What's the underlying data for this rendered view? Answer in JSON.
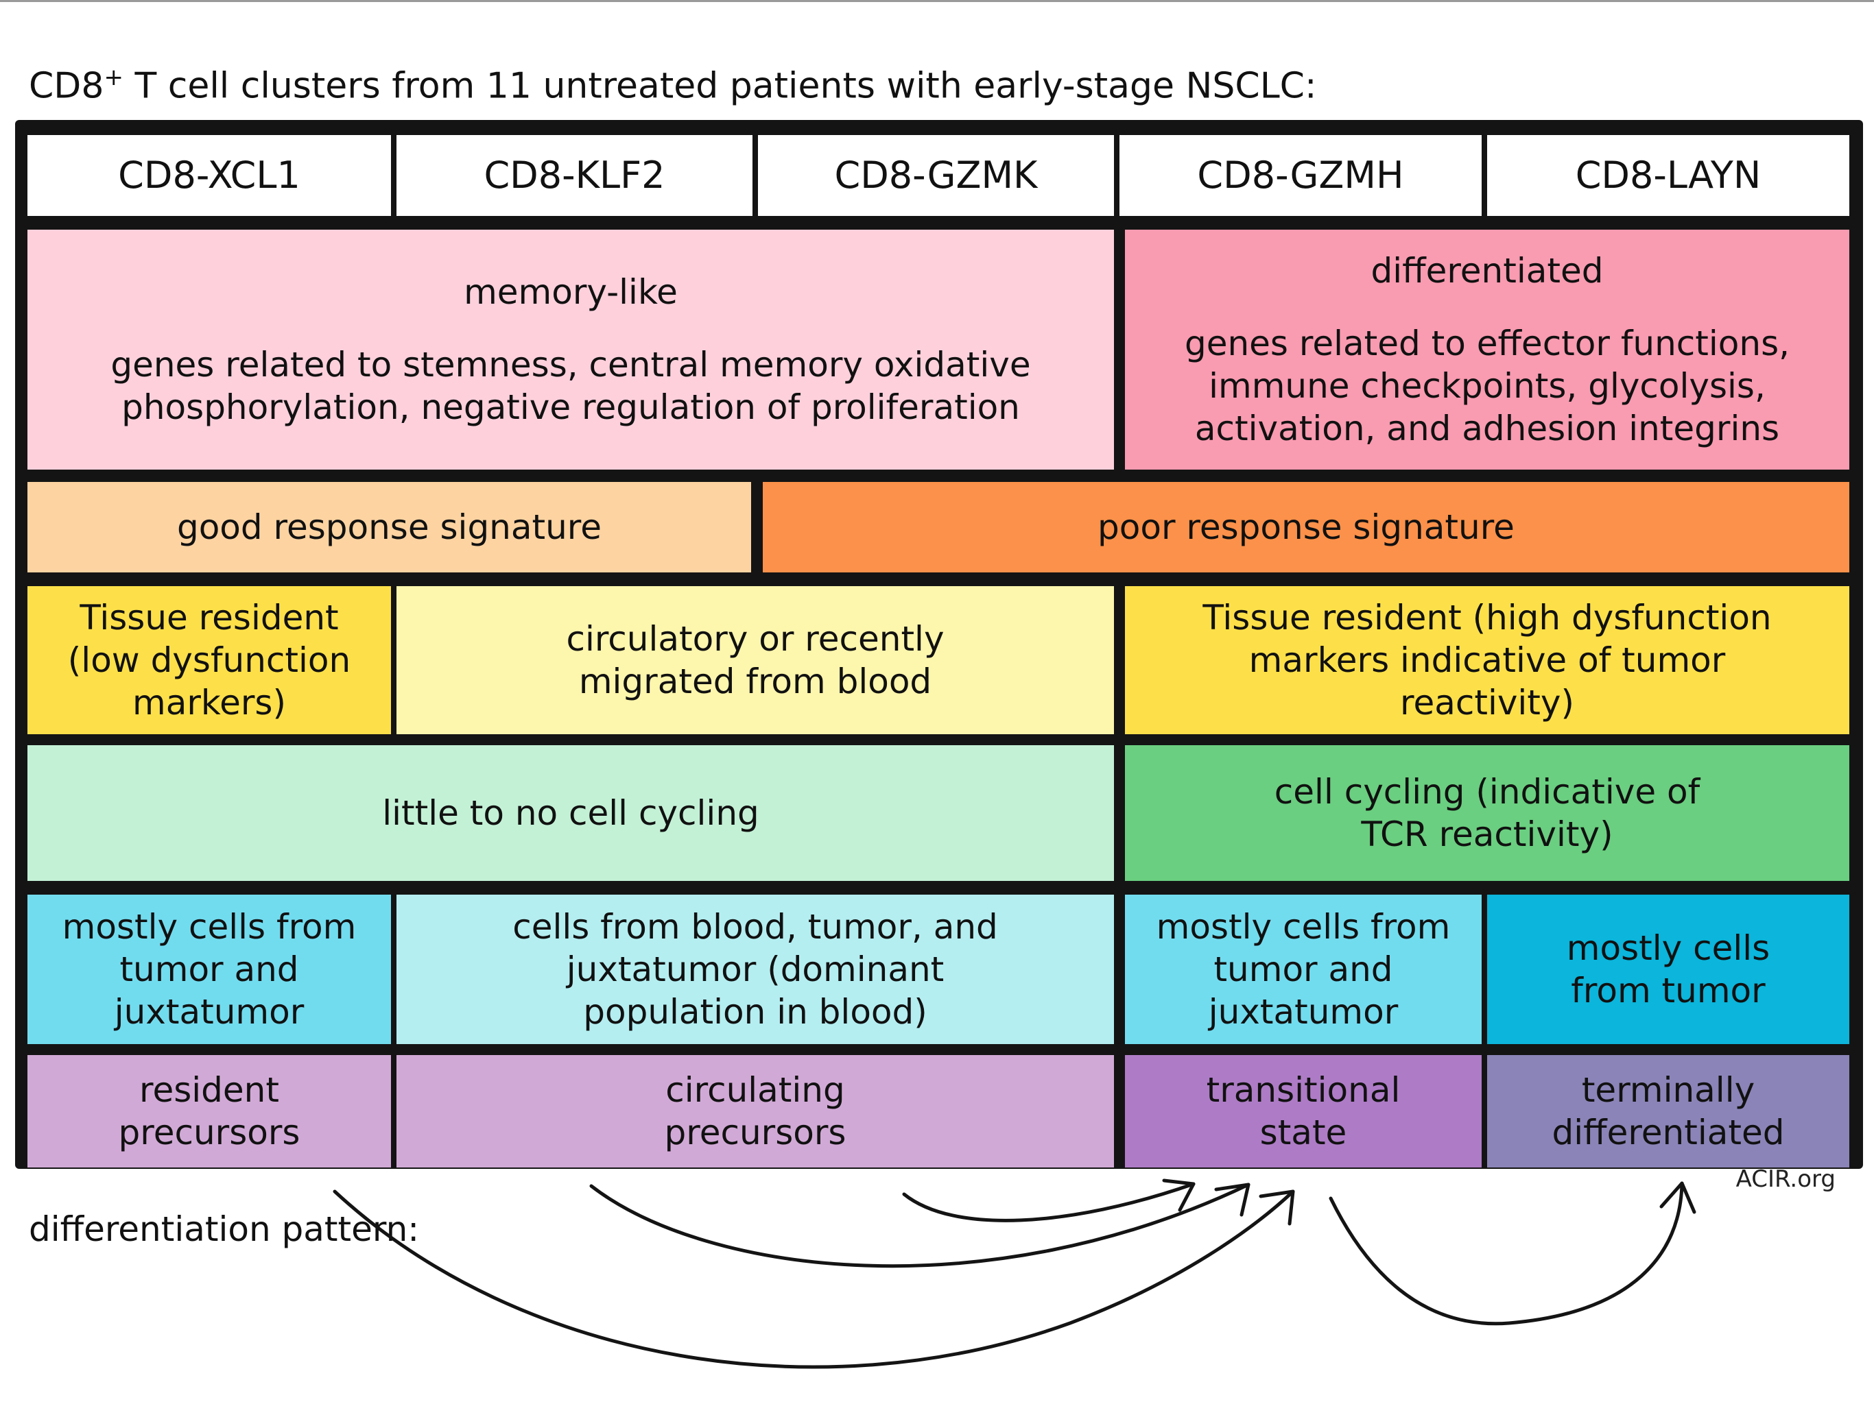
{
  "title": {
    "prefix": "CD8",
    "superscript": "+",
    "rest": " T cell clusters from 11 untreated patients with early-stage NSCLC:"
  },
  "clusters": [
    "CD8-XCL1",
    "CD8-KLF2",
    "CD8-GZMK",
    "CD8-GZMH",
    "CD8-LAYN"
  ],
  "phenotype": {
    "memory": {
      "heading": "memory-like",
      "text": "genes related to stemness, central memory oxidative phosphorylation, negative regulation of proliferation"
    },
    "differentiated": {
      "heading": "differentiated",
      "text": "genes related to effector functions, immune checkpoints, glycolysis, activation, and adhesion integrins"
    }
  },
  "response": {
    "good": "good response signature",
    "poor": "poor response signature"
  },
  "residency": {
    "xcl1": "Tissue resident (low dysfunction markers)",
    "circulatory": "circulatory or recently migrated from blood",
    "high": "Tissue resident (high dysfunction markers indicative of tumor reactivity)"
  },
  "cycling": {
    "low": "little to no cell cycling",
    "high": "cell cycling (indicative of TCR reactivity)"
  },
  "origin": {
    "xcl1": "mostly cells from tumor and juxtatumor",
    "klf2_gzmk": "cells from blood, tumor, and juxtatumor (dominant population in blood)",
    "gzmh": "mostly cells from tumor and juxtatumor",
    "layn": "mostly cells from tumor"
  },
  "state": {
    "xcl1": "resident precursors",
    "klf2_gzmk": "circulating precursors",
    "gzmh": "transitional state",
    "layn": "terminally differentiated"
  },
  "credit": "ACIR.org",
  "pattern_label": "differentiation pattern:",
  "colors": {
    "memory": "#fdd0dc",
    "differentiated": "#f99bb1",
    "good_response": "#fcd3a1",
    "poor_response": "#fb914a",
    "tissue_resident": "#fde049",
    "circulatory": "#fdf6ad",
    "low_cycling": "#c3f1d6",
    "cycling": "#6acf80",
    "tumor_juxtatumor": "#72dcef",
    "blood_tumor": "#b4eef1",
    "tumor_only": "#0bb5db",
    "precursors": "#d1a9d6",
    "transitional": "#ae7cc6",
    "terminal": "#8b84b8"
  }
}
